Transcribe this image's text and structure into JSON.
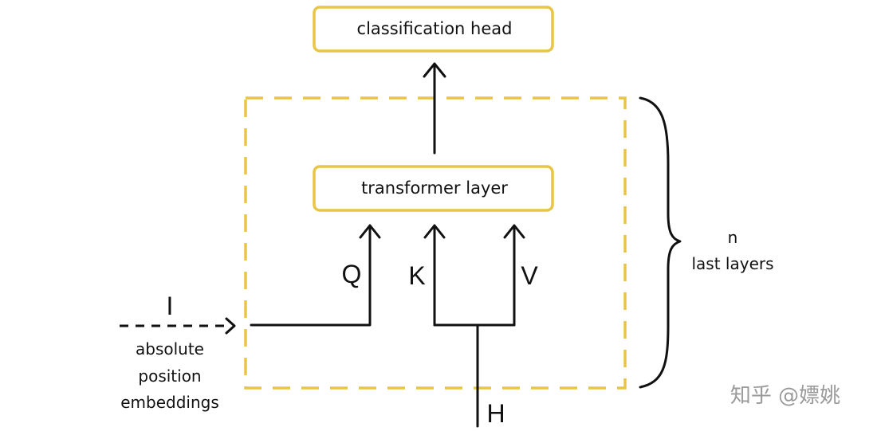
{
  "boxes": {
    "classification_head": "classification head",
    "transformer_layer": "transformer layer"
  },
  "inputs": {
    "q": "Q",
    "k": "K",
    "v": "V",
    "i": "I",
    "h": "H"
  },
  "embedding_label": [
    "absolute",
    "position",
    "embeddings"
  ],
  "brace_label": [
    "n",
    "last layers"
  ],
  "watermark": "知乎 @嫖姚",
  "colors": {
    "box_border": "#e8c547",
    "line": "#111111",
    "watermark": "#9a9a9a"
  }
}
